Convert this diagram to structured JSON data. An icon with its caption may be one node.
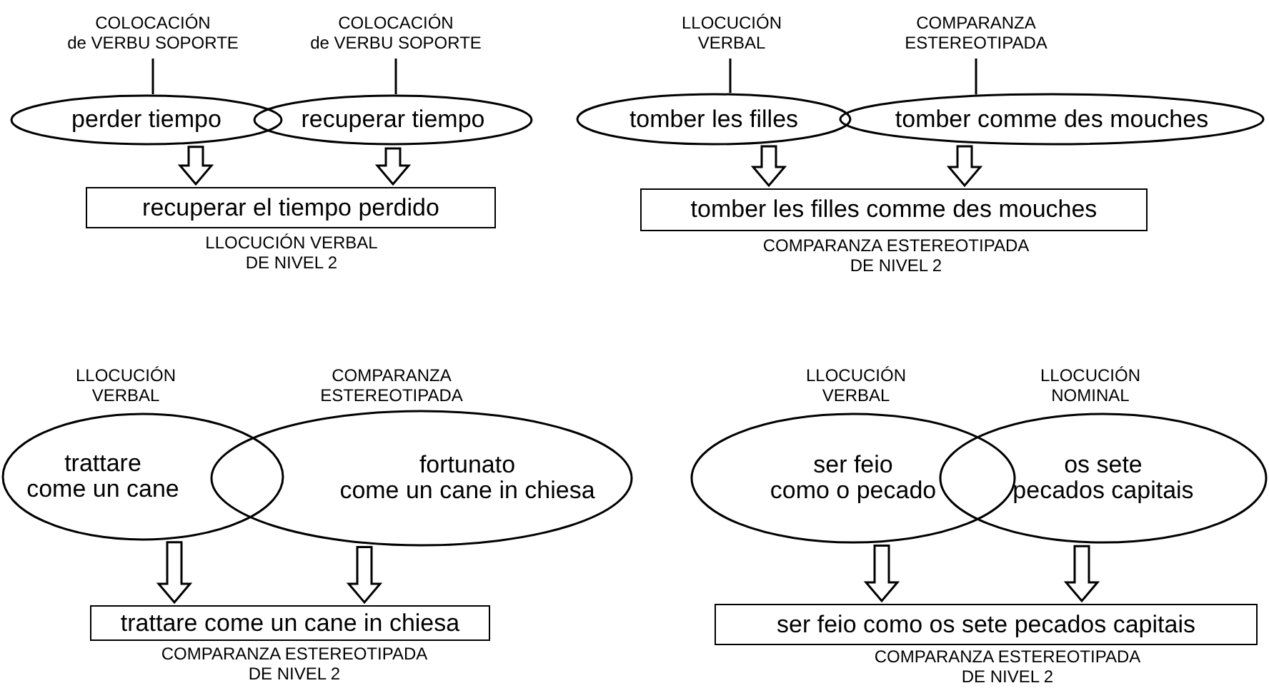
{
  "diagram": {
    "nodes": [
      {
        "text": [
          "COLOCACIÓN de VERBU SOPORTE"
        ]
      },
      {
        "text": [
          "COLOCACIÓN de VERBU SOPORTE"
        ]
      },
      {
        "text": [
          "perder tiempo"
        ]
      },
      {
        "text": [
          "recuperar tiempo"
        ]
      },
      {
        "text": [
          "recuperar el tiempo perdido"
        ],
        "beside": [
          "LLOCUCIÓN VERBAL DE NIVEL 2"
        ]
      },
      {
        "text": [
          "LLOCUCIÓN VERBAL"
        ]
      },
      {
        "text": [
          "COMPARANZA ESTEREOTIPADA"
        ]
      },
      {
        "text": [
          "tomber les filles"
        ]
      },
      {
        "text": [
          "tomber comme des mouches"
        ]
      },
      {
        "text": [
          "tomber les filles comme des mouches"
        ],
        "beside": [
          "COMPARANZA ESTEREOTIPADA DE NIVEL 2"
        ]
      },
      {
        "text": [
          "trattare come un cane"
        ],
        "beside": [
          "LLOCUCIÓN VERBAL"
        ]
      },
      {
        "text": [
          "fortunato come un cane in chiesa"
        ],
        "beside": [
          "COMPARANZA ESTEREOTIPADA"
        ]
      },
      {
        "text": [
          "trattare come un cane in chiesa"
        ],
        "beside": [
          "COMPARANZA ESTEREOTIPADA DE NIVEL 2"
        ]
      },
      {
        "text": [
          "ser feio como o pecado"
        ],
        "beside": [
          "LLOCUCIÓN VERBAL"
        ]
      },
      {
        "text": [
          "os sete pecados capitais"
        ],
        "beside": [
          "LLOCUCIÓN NOMINAL"
        ]
      },
      {
        "text": [
          "ser feio como os sete pecados capitais"
        ],
        "beside": [
          "COMPARANZA ESTEREOTIPADA DE NIVEL 2"
        ]
      }
    ],
    "edges": [
      {
        "from": 0,
        "to": 2,
        "arrow": "none"
      },
      {
        "from": 1,
        "to": 3,
        "arrow": "none"
      },
      {
        "from": 2,
        "to": 4,
        "arrow": "to"
      },
      {
        "from": 3,
        "to": 4,
        "arrow": "to"
      },
      {
        "from": 5,
        "to": 7,
        "arrow": "none"
      },
      {
        "from": 6,
        "to": 8,
        "arrow": "none"
      },
      {
        "from": 7,
        "to": 9,
        "arrow": "to"
      },
      {
        "from": 8,
        "to": 9,
        "arrow": "to"
      },
      {
        "from": 10,
        "to": 12,
        "arrow": "to"
      },
      {
        "from": 11,
        "to": 12,
        "arrow": "to"
      },
      {
        "from": 13,
        "to": 15,
        "arrow": "to"
      },
      {
        "from": 14,
        "to": 15,
        "arrow": "to"
      }
    ]
  }
}
